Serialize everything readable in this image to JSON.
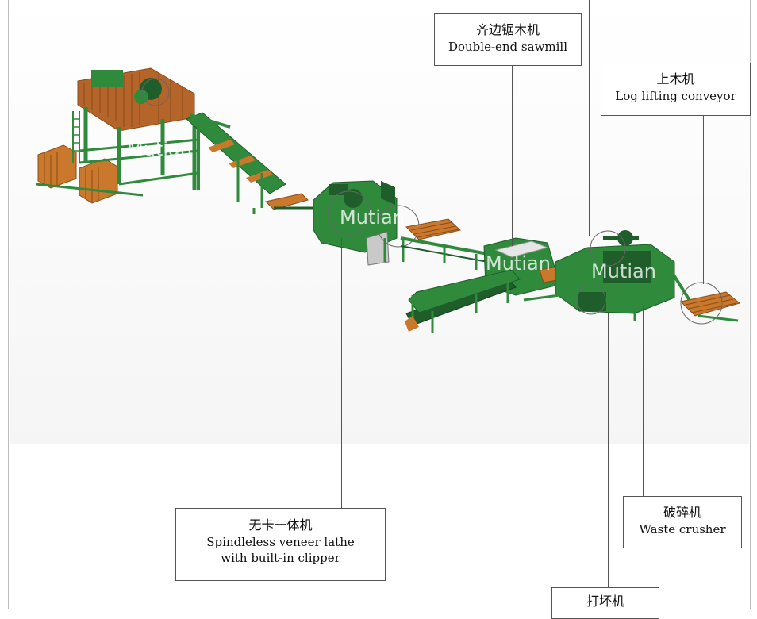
{
  "watermark": "Mutian",
  "colors": {
    "machine_green": "#2f8a3c",
    "machine_dark": "#1f5e2a",
    "wood": "#c9782c",
    "wood_dark": "#8a4b1a",
    "line": "#555555"
  },
  "labels": {
    "double_end_sawmill": {
      "zh": "齐边锯木机",
      "en": "Double-end sawmill"
    },
    "log_lifting_conveyor": {
      "zh": "上木机",
      "en": "Log lifting conveyor"
    },
    "spindleless_lathe": {
      "zh": "无卡一体机",
      "en_line1": "Spindleless veneer lathe",
      "en_line2": "with built-in clipper"
    },
    "waste_crusher": {
      "zh": "破碎机",
      "en": "Waste crusher"
    },
    "debarker": {
      "zh": "打坏机"
    }
  }
}
